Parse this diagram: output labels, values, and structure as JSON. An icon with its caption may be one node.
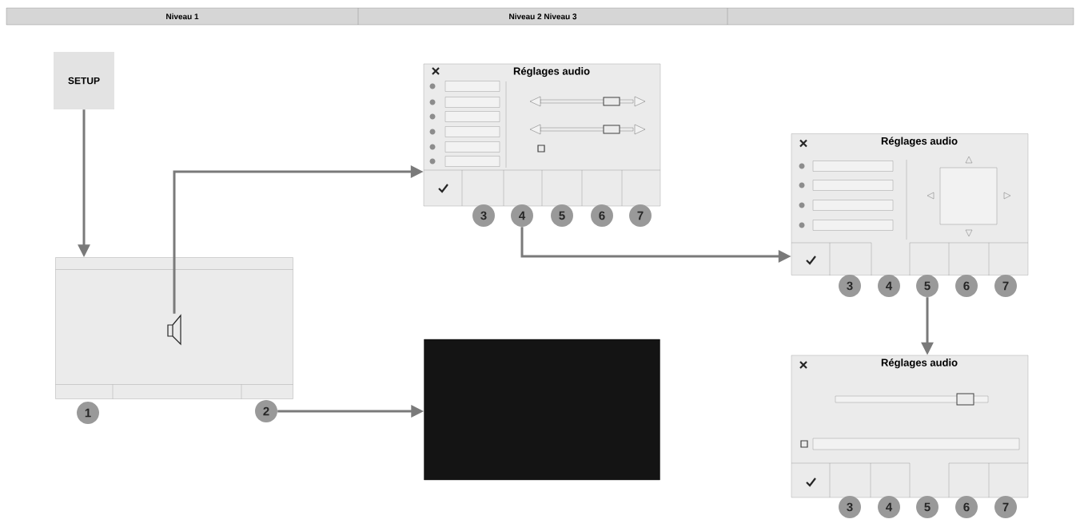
{
  "diagram": {
    "nodes": [
      {
        "text": [
          "SETUP"
        ]
      },
      {
        "text": [
          "Réglages audio"
        ]
      },
      {
        "text": [
          "3"
        ]
      },
      {
        "text": [
          "4"
        ]
      },
      {
        "text": [
          "5"
        ]
      },
      {
        "text": [
          "6"
        ]
      },
      {
        "text": [
          "7"
        ]
      },
      {
        "text": [
          "Réglages audio"
        ]
      },
      {
        "text": [
          "3"
        ]
      },
      {
        "text": [
          "4"
        ]
      },
      {
        "text": [
          "5"
        ]
      },
      {
        "text": [
          "6"
        ]
      },
      {
        "text": [
          "7"
        ]
      },
      {
        "text": [],
        "shape": "box"
      },
      {
        "text": [],
        "shape": "speaker",
        "in": 13
      },
      {
        "text": [
          "1"
        ]
      },
      {
        "text": [
          "2"
        ]
      },
      {
        "text": [],
        "shape": "box"
      },
      {
        "text": [
          "Réglages audio"
        ]
      },
      {
        "text": [
          "3"
        ]
      },
      {
        "text": [
          "4"
        ]
      },
      {
        "text": [
          "5"
        ]
      },
      {
        "text": [
          "6"
        ]
      },
      {
        "text": [
          "7"
        ]
      }
    ],
    "edges": [
      {
        "from": 0,
        "to": 13,
        "arrow": "to"
      },
      {
        "from": 14,
        "to": 1,
        "arrow": "to"
      },
      {
        "from": 3,
        "to": 7,
        "arrow": "to"
      },
      {
        "from": 10,
        "to": 18,
        "arrow": "to"
      },
      {
        "from": 16,
        "to": 17,
        "arrow": "to"
      }
    ],
    "labels": [
      "Niveau 1",
      "Niveau 2 Niveau 3"
    ]
  }
}
